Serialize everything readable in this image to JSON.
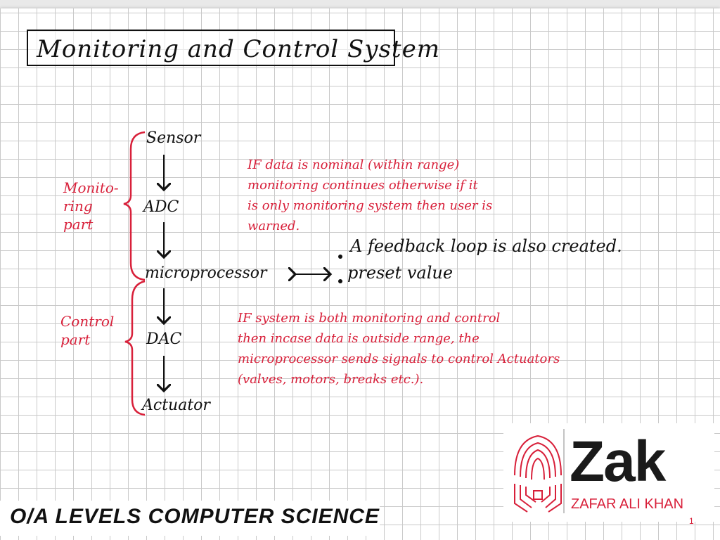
{
  "title": "Monitoring and Control System",
  "stages": [
    "Sensor",
    "ADC",
    "microprocessor",
    "DAC",
    "Actuator"
  ],
  "labels": {
    "monitoring": [
      "Monito-",
      "ring",
      "part"
    ],
    "control": [
      "Control",
      "part"
    ]
  },
  "notes": {
    "monitoring": [
      "IF data is nominal (within range)",
      "monitoring continues otherwise if it",
      "is only monitoring system then user is",
      "warned."
    ],
    "control": [
      "IF system is both monitoring and control",
      "then incase data is outside range, the",
      "microprocessor sends signals to control Actuators",
      "(valves, motors, breaks etc.)."
    ]
  },
  "points": {
    "feedback": "A feedback loop is also created.",
    "preset": "preset value"
  },
  "footer": "O/A LEVELS COMPUTER SCIENCE",
  "logo": {
    "name": "Zak",
    "subtitle": "ZAFAR ALI KHAN"
  },
  "page_number": "1",
  "colors": {
    "ink": "#111111",
    "accent": "#d8203a",
    "grid": "#c9c9c9"
  },
  "icons": [
    "fingerprint-circuit-icon"
  ]
}
